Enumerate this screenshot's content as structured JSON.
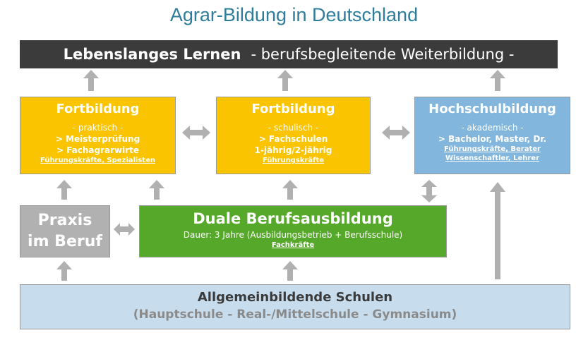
{
  "title": "Agrar-Bildung in Deutschland",
  "top_bar": {
    "bold": "Lebenslanges Lernen",
    "rest": "- berufsbegleitende Weiterbildung -"
  },
  "boxes": {
    "fortbildung_praktisch": {
      "title": "Fortbildung",
      "subtitle": "- praktisch -",
      "items": [
        ">  Meisterprüfung",
        ">  Fachagrarwirte"
      ],
      "note": "Führungskräfte, Spezialisten"
    },
    "fortbildung_schulisch": {
      "title": "Fortbildung",
      "subtitle": "- schulisch -",
      "items": [
        ">  Fachschulen",
        "1-jährig/2-jährig"
      ],
      "note": "Führungskräfte"
    },
    "hochschulbildung": {
      "title": "Hochschulbildung",
      "subtitle": "- akademisch -",
      "items": [
        ">  Bachelor, Master, Dr."
      ],
      "notes": [
        "Führungskräfte, Berater",
        "Wissenschaftler, Lehrer"
      ]
    },
    "praxis": {
      "line1": "Praxis",
      "line2": "im Beruf"
    },
    "duale": {
      "title": "Duale Berufsausbildung",
      "detail": "Dauer: 3 Jahre  (Ausbildungsbetrieb + Berufsschule)",
      "note": "Fachkräfte"
    },
    "schulen": {
      "title": "Allgemeinbildende Schulen",
      "subtitle": "(Hauptschule  -  Real-/Mittelschule  -  Gymnasium)"
    }
  },
  "colors": {
    "title": "#2e7d9a",
    "top_bar": "#3b3b3b",
    "yellow": "#fbc400",
    "blue": "#82b6dc",
    "green": "#56a82a",
    "grey": "#b1b1b1",
    "light_blue": "#c7ddee",
    "arrow": "#b0b0b0"
  }
}
